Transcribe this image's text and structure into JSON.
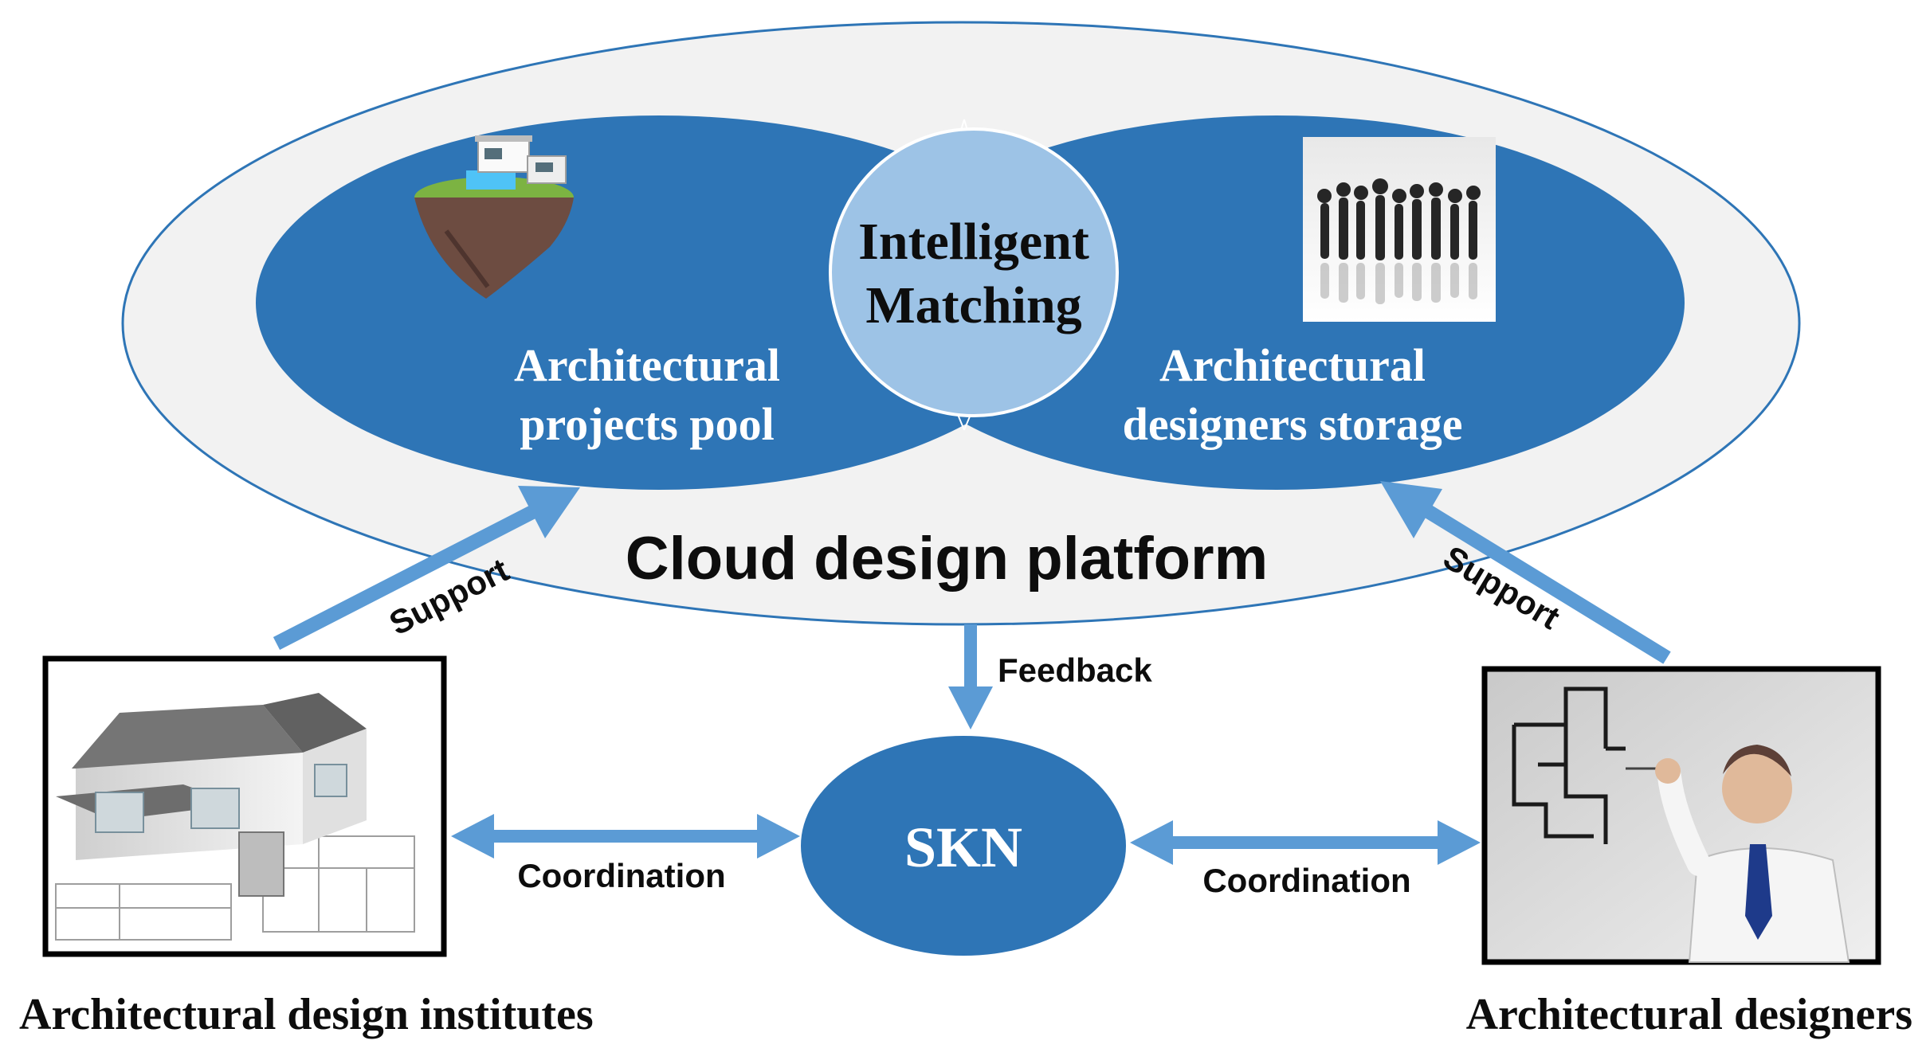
{
  "platform": {
    "label": "Cloud design platform",
    "left_pool": {
      "line1": "Architectural",
      "line2": "projects pool",
      "image": "floating-house-island-icon"
    },
    "right_pool": {
      "line1": "Architectural",
      "line2": "designers storage",
      "image": "people-silhouettes-icon"
    },
    "center": {
      "line1": "Intelligent",
      "line2": "Matching"
    }
  },
  "hub": {
    "label": "SKN"
  },
  "institutes": {
    "caption": "Architectural design institutes",
    "image": "house-blueprint-icon"
  },
  "designers": {
    "caption": "Architectural designers",
    "image": "designer-drawing-icon"
  },
  "arrows": {
    "support_left": "Support",
    "support_right": "Support",
    "feedback": "Feedback",
    "coordination_left": "Coordination",
    "coordination_right": "Coordination"
  },
  "colors": {
    "pool_blue": "#2e75b6",
    "center_blue": "#9dc3e6",
    "platform_fill": "#f2f2f2",
    "arrow_blue": "#5b9bd5",
    "outline_blue": "#2e75b6"
  }
}
